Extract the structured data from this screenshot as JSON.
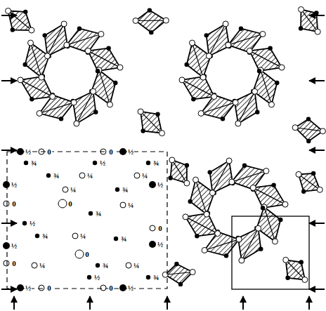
{
  "diagram": {
    "labels": [
      "½",
      "0",
      "0",
      "½",
      "¾",
      "½",
      "¾",
      "¾",
      "¼",
      "¼",
      "½",
      "½",
      "¼",
      "¾",
      "0",
      "0",
      "¼",
      "½",
      "¾",
      "¾",
      "¼",
      "0",
      "½",
      "½",
      "0",
      "¾",
      "0",
      "¼",
      "¾",
      "¼",
      "½",
      "¾",
      "½",
      "0",
      "0",
      "½"
    ]
  }
}
